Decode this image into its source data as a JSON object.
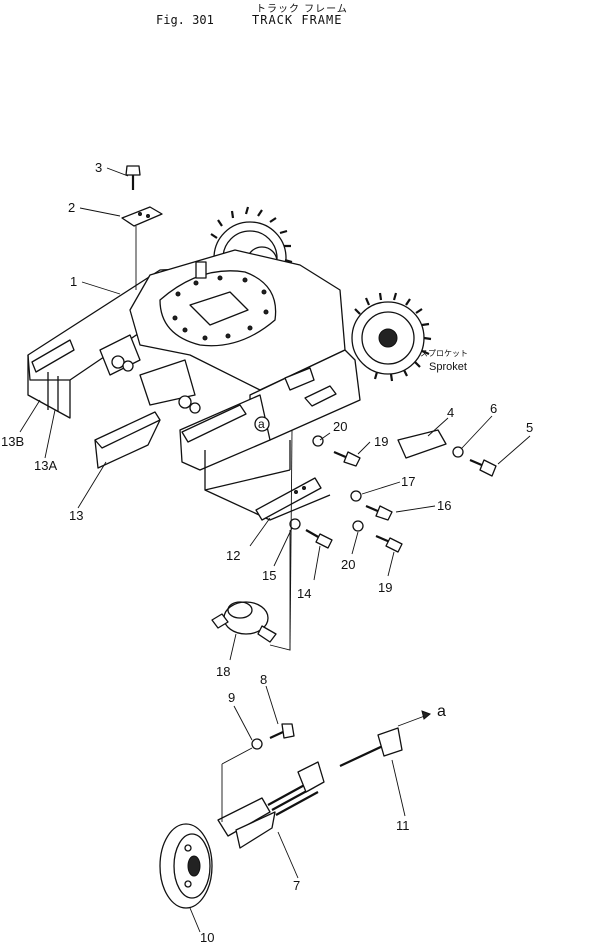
{
  "header": {
    "kana_title": "トラック フレーム",
    "figure_number": "Fig. 301",
    "title": "TRACK FRAME"
  },
  "diagram": {
    "callouts": [
      "1",
      "2",
      "3",
      "4",
      "5",
      "6",
      "7",
      "8",
      "9",
      "10",
      "11",
      "12",
      "13",
      "13A",
      "13B",
      "14",
      "15",
      "16",
      "17",
      "18",
      "19",
      "19",
      "20",
      "20",
      "a",
      "a"
    ],
    "sprocket_kana": "スプロケット",
    "sprocket_label": "Sproket"
  }
}
